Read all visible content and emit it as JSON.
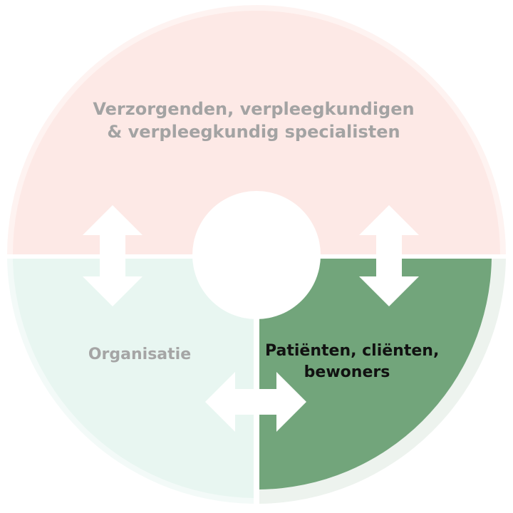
{
  "segments": {
    "top": {
      "line1": "Verzorgenden, verpleegkundigen",
      "line2": "& verpleegkundig specialisten"
    },
    "left": {
      "line1": "Organisatie"
    },
    "right": {
      "line1": "Patiënten, cliënten,",
      "line2": "bewoners"
    }
  },
  "colors": {
    "top_segment": "#fde9e6",
    "top_rim": "#fef3f1",
    "left_segment": "#e8f6f1",
    "left_rim": "#f3faf8",
    "right_segment": "#72a57b",
    "right_rim": "#edf3ee",
    "arrows": "#ffffff",
    "center": "#ffffff"
  },
  "icons": [
    "double-arrow-vertical-icon",
    "double-arrow-vertical-icon",
    "double-arrow-horizontal-icon"
  ]
}
